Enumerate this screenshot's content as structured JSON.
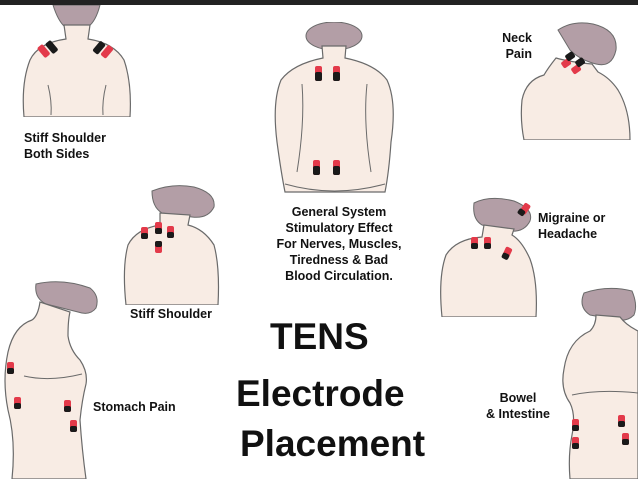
{
  "colors": {
    "skin": "#f8ece4",
    "hair": "#b39ea6",
    "outline": "#6a6a6a",
    "electrode_red": "#e33a4a",
    "electrode_dark": "#1a1a1a",
    "text": "#111111"
  },
  "labels": {
    "stiff_shoulder_both": [
      "Stiff Shoulder",
      "Both Sides"
    ],
    "neck_pain": [
      "Neck",
      "Pain"
    ],
    "general_system": [
      "General System",
      "Stimulatory Effect",
      "For Nerves, Muscles,",
      "Tiredness & Bad",
      "Blood Circulation."
    ],
    "migraine": [
      "Migraine or",
      "Headache"
    ],
    "stiff_shoulder": "Stiff Shoulder",
    "stomach_pain": "Stomach Pain",
    "bowel": [
      "Bowel",
      "& Intestine"
    ]
  },
  "title": {
    "line1": "TENS",
    "line2": "Electrode",
    "line3": "Placement"
  }
}
